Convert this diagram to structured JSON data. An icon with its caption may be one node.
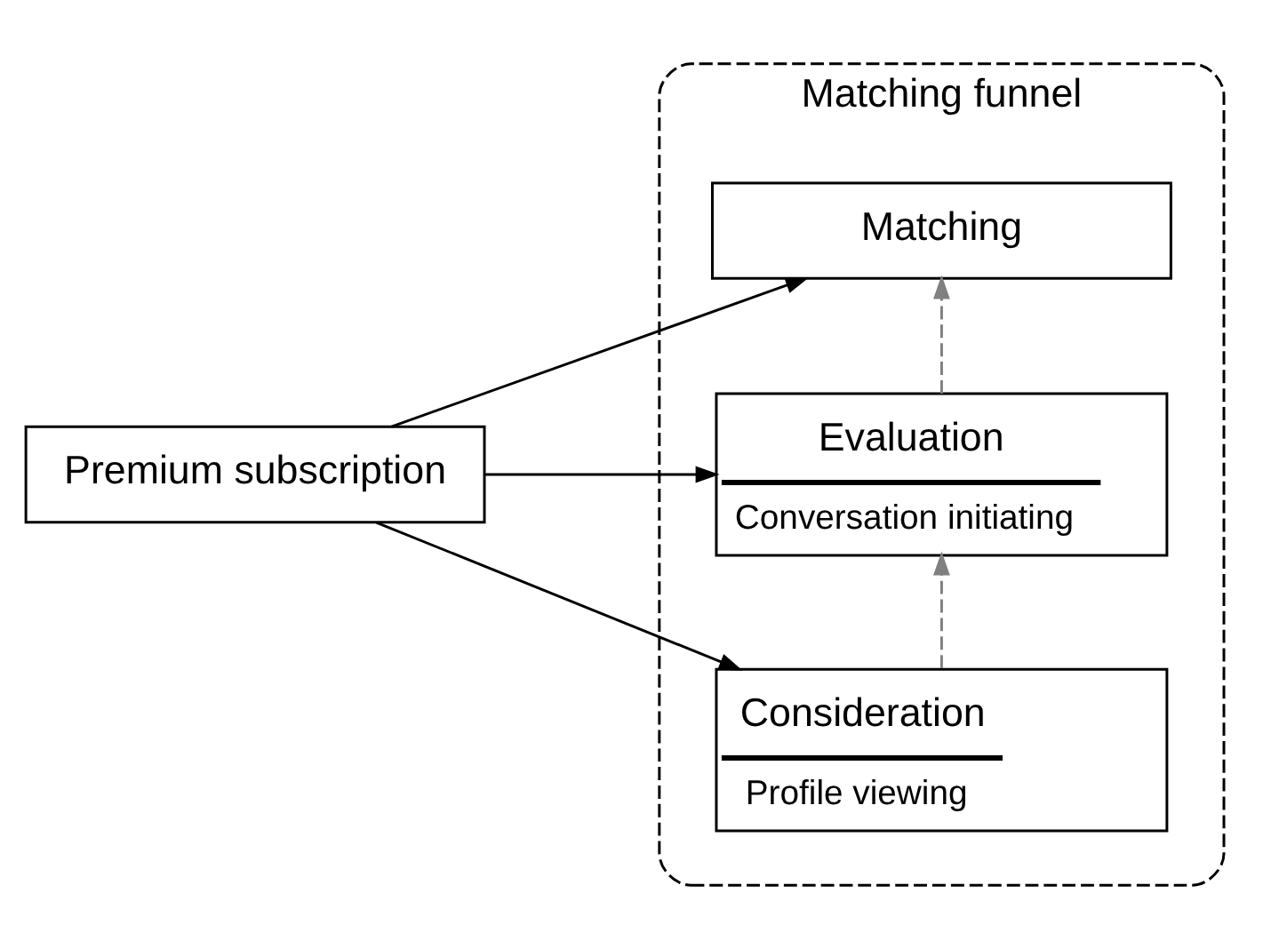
{
  "diagram": {
    "nodes": [
      {
        "text": [
          "Matching funnel"
        ]
      },
      {
        "text": [
          "Consideration",
          "Profile viewing"
        ],
        "in": 0
      },
      {
        "text": [
          "Evaluation",
          "Conversation initiating"
        ],
        "in": 0
      },
      {
        "text": [
          "Matching"
        ],
        "in": 0
      },
      {
        "text": [
          "Premium subscription"
        ]
      }
    ],
    "edges": [
      {
        "from": 4,
        "to": 1,
        "arrow": "to"
      },
      {
        "from": 4,
        "to": 2,
        "arrow": "to"
      },
      {
        "from": 4,
        "to": 3,
        "arrow": "to"
      },
      {
        "from": 1,
        "to": 2,
        "arrow": "to",
        "style": "dashed",
        "color": "#808080"
      },
      {
        "from": 2,
        "to": 3,
        "arrow": "to",
        "style": "dashed",
        "color": "#808080"
      }
    ]
  }
}
